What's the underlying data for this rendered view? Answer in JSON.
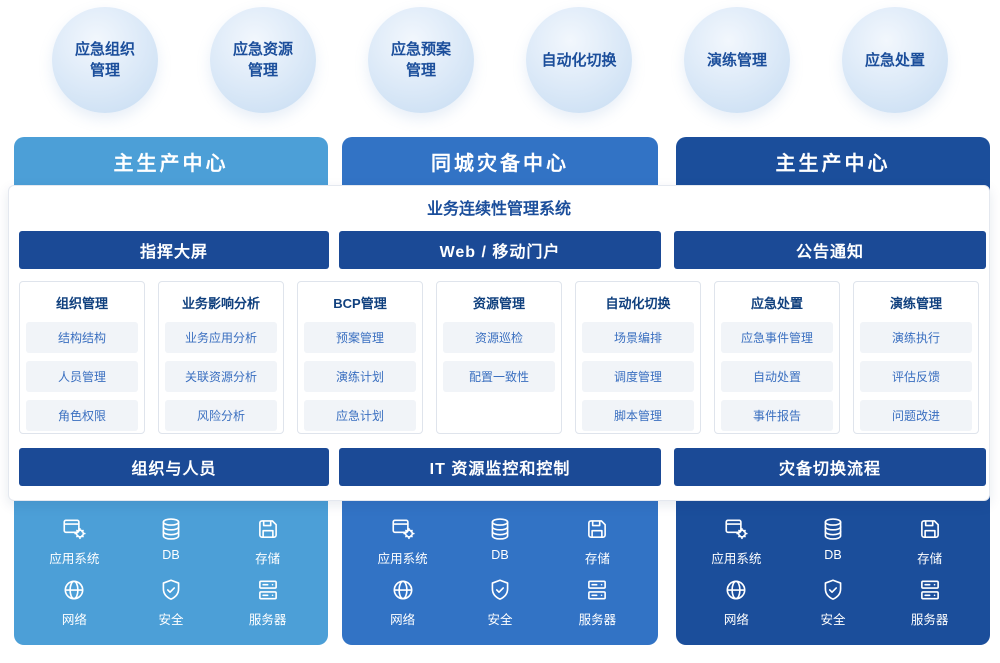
{
  "capabilities": [
    {
      "line1": "应急组织",
      "line2": "管理"
    },
    {
      "line1": "应急资源",
      "line2": "管理"
    },
    {
      "line1": "应急预案",
      "line2": "管理"
    },
    {
      "line1": "自动化切换",
      "line2": ""
    },
    {
      "line1": "演练管理",
      "line2": ""
    },
    {
      "line1": "应急处置",
      "line2": ""
    }
  ],
  "centers": [
    {
      "label": "主生产中心",
      "color": "#4C9FD7"
    },
    {
      "label": "同城灾备中心",
      "color": "#3273C5"
    },
    {
      "label": "主生产中心",
      "color": "#1B4E9B"
    }
  ],
  "system": {
    "title": "业务连续性管理系统"
  },
  "portal_headers": [
    {
      "label": "指挥大屏"
    },
    {
      "label": "Web / 移动门户"
    },
    {
      "label": "公告通知"
    }
  ],
  "modules": [
    {
      "title": "组织管理",
      "items": [
        "结构结构",
        "人员管理",
        "角色权限"
      ]
    },
    {
      "title": "业务影响分析",
      "items": [
        "业务应用分析",
        "关联资源分析",
        "风险分析"
      ]
    },
    {
      "title": "BCP管理",
      "items": [
        "预案管理",
        "演练计划",
        "应急计划"
      ]
    },
    {
      "title": "资源管理",
      "items": [
        "资源巡检",
        "配置一致性"
      ]
    },
    {
      "title": "自动化切换",
      "items": [
        "场景编排",
        "调度管理",
        "脚本管理"
      ]
    },
    {
      "title": "应急处置",
      "items": [
        "应急事件管理",
        "自动处置",
        "事件报告"
      ]
    },
    {
      "title": "演练管理",
      "items": [
        "演练执行",
        "评估反馈",
        "问题改进"
      ]
    }
  ],
  "layer_headers": [
    {
      "label": "组织与人员"
    },
    {
      "label": "IT 资源监控和控制"
    },
    {
      "label": "灾备切换流程"
    }
  ],
  "infrastructure": {
    "items": [
      {
        "icon": "app-system-icon",
        "label": "应用系统"
      },
      {
        "icon": "database-icon",
        "label": "DB"
      },
      {
        "icon": "storage-icon",
        "label": "存储"
      },
      {
        "icon": "network-icon",
        "label": "网络"
      },
      {
        "icon": "security-icon",
        "label": "安全"
      },
      {
        "icon": "server-icon",
        "label": "服务器"
      }
    ]
  },
  "colors": {
    "primary_light": "#4C9FD7",
    "primary_mid": "#3273C5",
    "primary_dark": "#1B4E9B",
    "header_navy": "#1B4A96",
    "title_text": "#1B4E9B",
    "item_text": "#3A6FC0",
    "item_bg": "#F1F4F8"
  }
}
